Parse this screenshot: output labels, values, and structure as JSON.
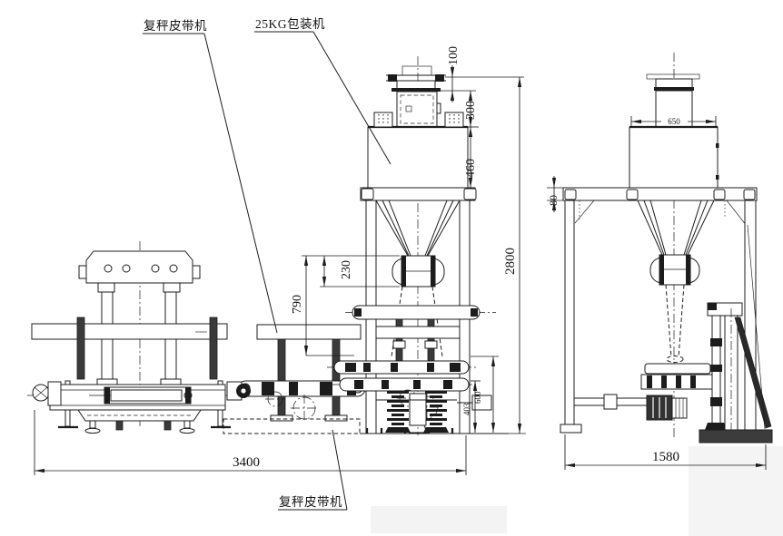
{
  "drawing": {
    "labels": {
      "top_belt": "复秤皮带机",
      "packer": "25KG包装机",
      "bottom_belt": "复秤皮带机"
    },
    "dimensions": {
      "d100": "100",
      "d300": "300",
      "d460": "460",
      "d2800": "2800",
      "d230": "230",
      "d790": "790",
      "d600": "600",
      "d403": "403",
      "d3400": "3400",
      "d650": "650",
      "d80": "80",
      "d1580": "1580"
    },
    "colors": {
      "line": "#1c1c1c",
      "background": "#ffffff"
    }
  }
}
